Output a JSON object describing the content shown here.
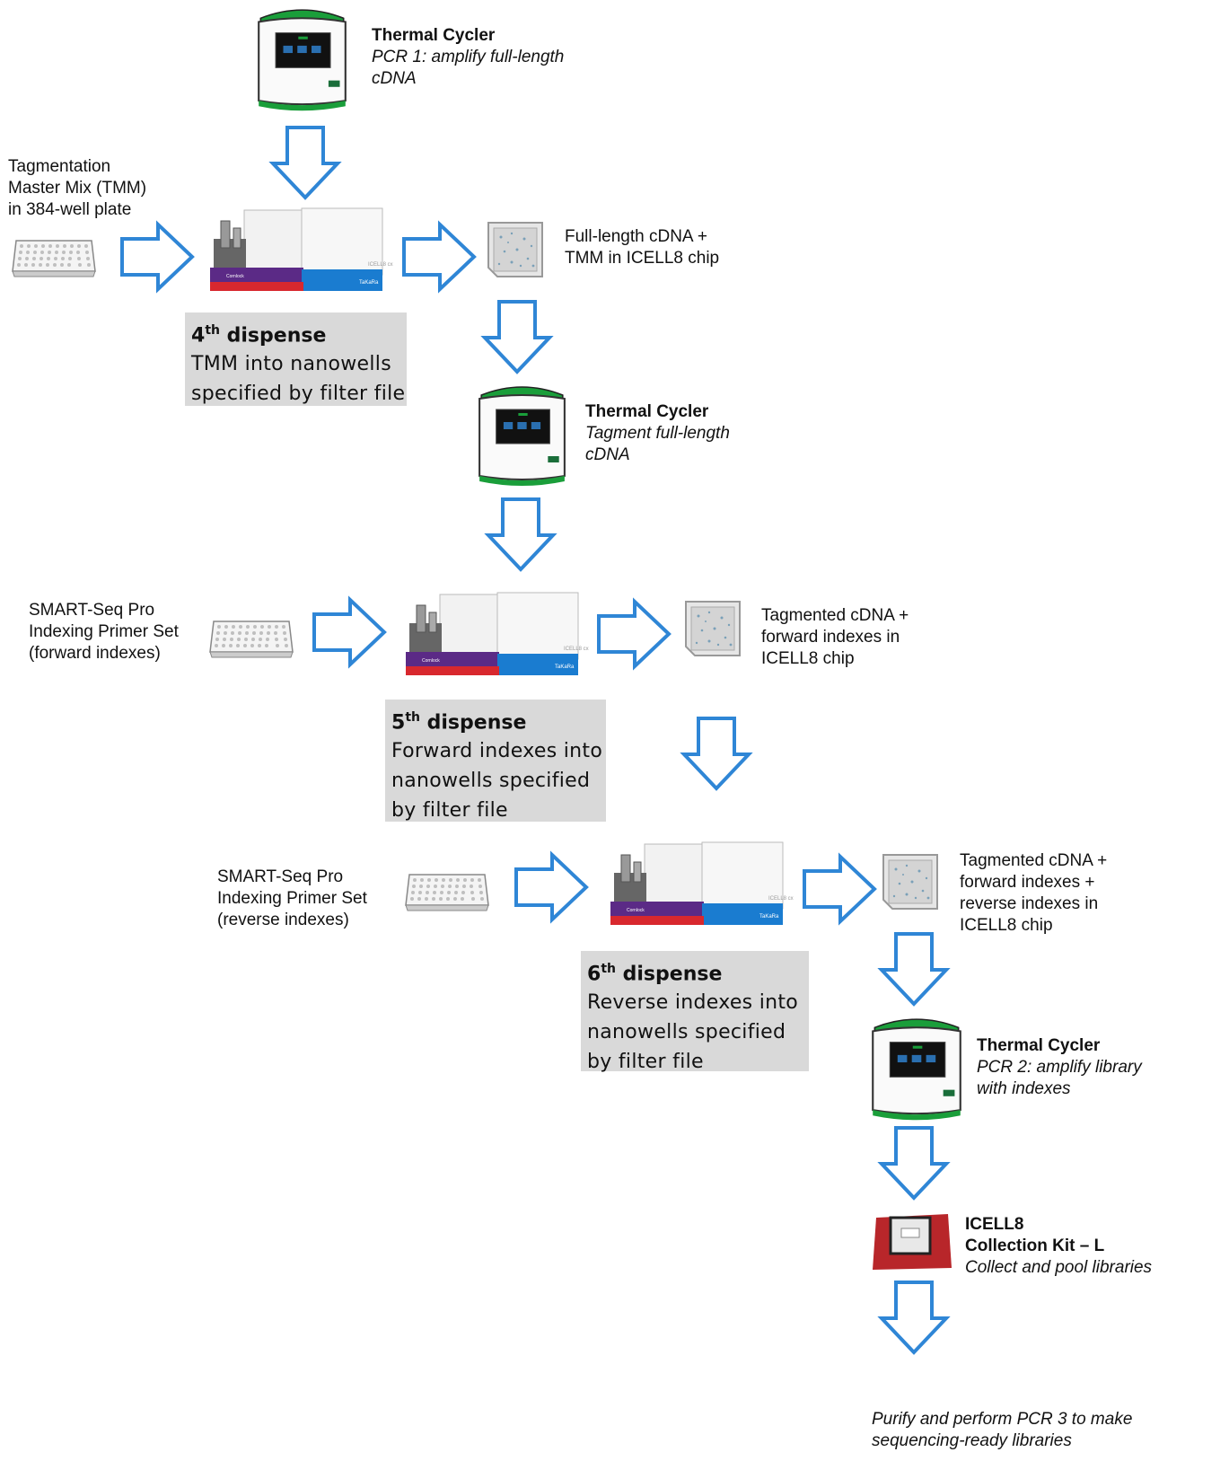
{
  "colors": {
    "arrow": "#2f86d6",
    "box": "#d9d9d9",
    "cycler_green": "#1a9e3a",
    "purple": "#5b2a86",
    "red": "#d8282e",
    "blue": "#1a7cd0",
    "kit_red": "#b8262a"
  },
  "steps": {
    "tc1": {
      "title": "Thermal Cycler",
      "line1": "PCR 1: amplify full-length",
      "line2": "cDNA"
    },
    "tmm_reagent": {
      "line1": "Tagmentation",
      "line2": "Master Mix (TMM)",
      "line3": "in 384-well plate"
    },
    "chip1": {
      "line1": "Full-length cDNA +",
      "line2": "TMM in ICELL8 chip"
    },
    "dispense4": {
      "num": "4",
      "sup": "th",
      "word": " dispense",
      "line1": "TMM into nanowells",
      "line2": "specified by filter file"
    },
    "tc2": {
      "title": "Thermal Cycler",
      "line1": "Tagment full-length",
      "line2": "cDNA"
    },
    "fwd_reagent": {
      "line1": "SMART-Seq Pro",
      "line2": "Indexing Primer Set",
      "line3": "(forward indexes)"
    },
    "chip2": {
      "line1": "Tagmented cDNA +",
      "line2": "forward indexes in",
      "line3": "ICELL8 chip"
    },
    "dispense5": {
      "num": "5",
      "sup": "th",
      "word": " dispense",
      "line1": "Forward indexes into",
      "line2": "nanowells specified",
      "line3": "by filter file"
    },
    "rev_reagent": {
      "line1": "SMART-Seq Pro",
      "line2": "Indexing Primer Set",
      "line3": "(reverse indexes)"
    },
    "chip3": {
      "line1": "Tagmented cDNA +",
      "line2": "forward indexes +",
      "line3": "reverse indexes in",
      "line4": "ICELL8 chip"
    },
    "dispense6": {
      "num": "6",
      "sup": "th",
      "word": " dispense",
      "line1": "Reverse indexes into",
      "line2": "nanowells specified",
      "line3": "by filter file"
    },
    "tc3": {
      "title": "Thermal Cycler",
      "line1": "PCR 2: amplify library",
      "line2": "with indexes"
    },
    "kit": {
      "title1": "ICELL8",
      "title2": "Collection Kit – L",
      "line1": "Collect and pool libraries"
    },
    "final": {
      "line1": "Purify and perform PCR 3 to make",
      "line2": "sequencing-ready libraries"
    }
  }
}
